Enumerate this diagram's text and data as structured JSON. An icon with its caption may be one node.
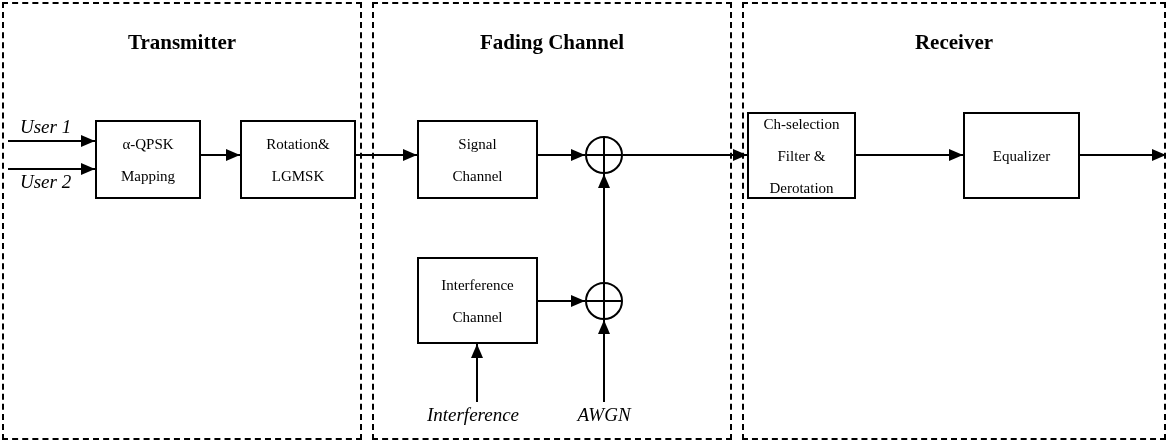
{
  "diagram": {
    "nodes": [
      {
        "text": [
          "Transmitter"
        ]
      },
      {
        "text": [
          "α-QPSK Mapping"
        ],
        "in": 0
      },
      {
        "text": [
          "Rotation& LGMSK"
        ],
        "in": 0
      },
      {
        "text": [
          "Fading Channel"
        ]
      },
      {
        "text": [
          "Signal Channel"
        ],
        "in": 3
      },
      {
        "text": [],
        "shape": "circle",
        "in": 3
      },
      {
        "text": [
          "Interference Channel"
        ],
        "in": 3
      },
      {
        "text": [],
        "shape": "circle",
        "in": 3
      },
      {
        "text": [
          "Interference"
        ],
        "in": 3
      },
      {
        "text": [
          "AWGN"
        ],
        "in": 3
      },
      {
        "text": [
          "Receiver"
        ]
      },
      {
        "text": [
          "Ch-selection Filter & Derotation"
        ],
        "in": 10
      },
      {
        "text": [
          "Equalizer"
        ],
        "in": 10
      }
    ],
    "edges": [
      {
        "from": null,
        "to": 1,
        "arrow": "to",
        "label": "User 1"
      },
      {
        "from": null,
        "to": 1,
        "arrow": "to",
        "label": "User 2"
      },
      {
        "from": 1,
        "to": 2,
        "arrow": "to"
      },
      {
        "from": 2,
        "to": 4,
        "arrow": "to"
      },
      {
        "from": 4,
        "to": 5,
        "arrow": "to"
      },
      {
        "from": 5,
        "to": 11,
        "arrow": "to"
      },
      {
        "from": 11,
        "to": 12,
        "arrow": "to"
      },
      {
        "from": 12,
        "to": null,
        "arrow": "to"
      },
      {
        "from": 6,
        "to": 7,
        "arrow": "to"
      },
      {
        "from": 7,
        "to": 5,
        "arrow": "to"
      },
      {
        "from": 8,
        "to": 6,
        "arrow": "to"
      },
      {
        "from": 9,
        "to": 7,
        "arrow": "to"
      }
    ]
  }
}
